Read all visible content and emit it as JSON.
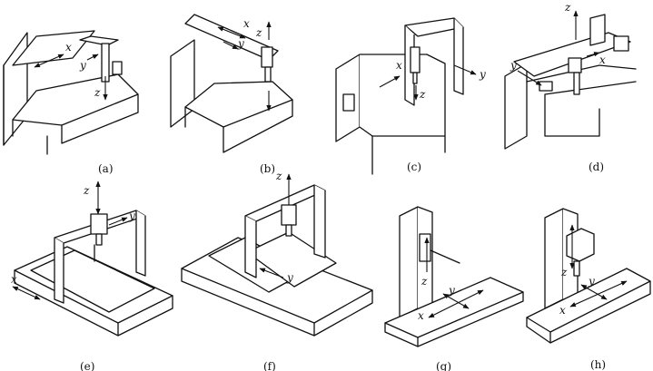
{
  "axes": {
    "x": "x",
    "y": "y",
    "z": "z"
  },
  "captions": [
    "(a)",
    "(b)",
    "(c)",
    "(d)",
    "(e)",
    "(f)",
    "(g)",
    "(h)"
  ]
}
